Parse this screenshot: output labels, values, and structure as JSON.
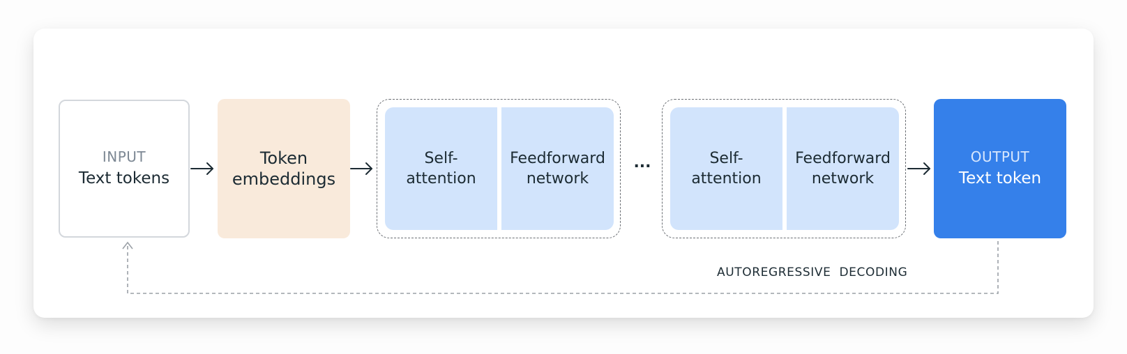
{
  "input": {
    "caption": "INPUT",
    "label": "Text tokens"
  },
  "embeddings": {
    "line1": "Token",
    "line2": "embeddings"
  },
  "layer_blocks": [
    {
      "attention": {
        "line1": "Self-",
        "line2": "attention"
      },
      "feedforward": {
        "line1": "Feedforward",
        "line2": "network"
      }
    },
    {
      "attention": {
        "line1": "Self-",
        "line2": "attention"
      },
      "feedforward": {
        "line1": "Feedforward",
        "line2": "network"
      }
    }
  ],
  "ellipsis": "...",
  "output": {
    "caption": "OUTPUT",
    "label": "Text token"
  },
  "loop": {
    "label": "AUTOREGRESSIVE DECODING"
  },
  "colors": {
    "input_border": "#d3d7dc",
    "embeddings_fill": "#f9eadb",
    "layer_fill": "#d2e4fc",
    "output_fill": "#3580ea",
    "text_dark": "#1c2b33",
    "caption_gray": "#7d8894"
  }
}
